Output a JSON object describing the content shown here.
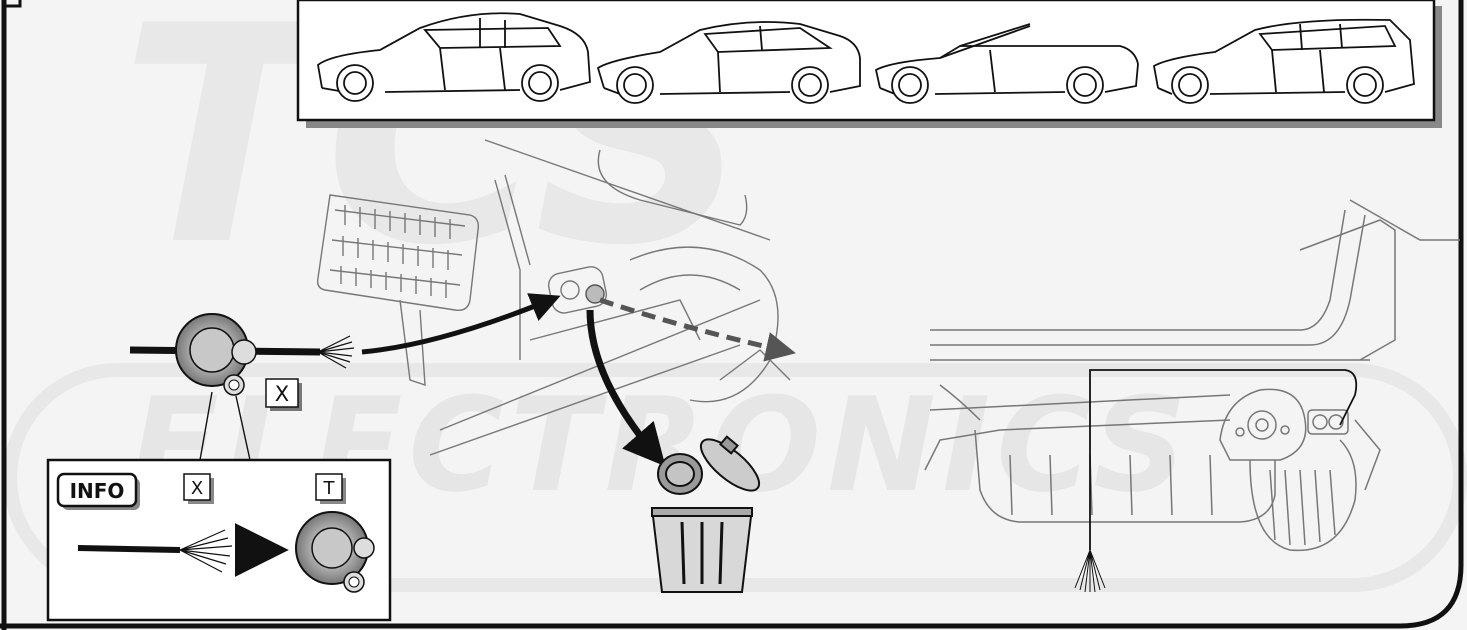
{
  "watermark": {
    "logo_letters": "TCS",
    "brand_text": "ELECTRONICS"
  },
  "labels": {
    "marker_x_cable": "X",
    "info_badge": "INFO",
    "info_marker_x": "X",
    "info_marker_t": "T"
  },
  "icons": [
    "sedan-icon",
    "coupe-icon",
    "convertible-icon",
    "touring-wagon-icon",
    "rubber-grommet-icon",
    "wire-bundle-icon",
    "trash-bin-icon",
    "arrow-right-icon"
  ],
  "colors": {
    "background": "#f4f4f4",
    "line": "#111111",
    "watermark": "#e6e6e6",
    "grey_fill": "#9a9a9a"
  }
}
